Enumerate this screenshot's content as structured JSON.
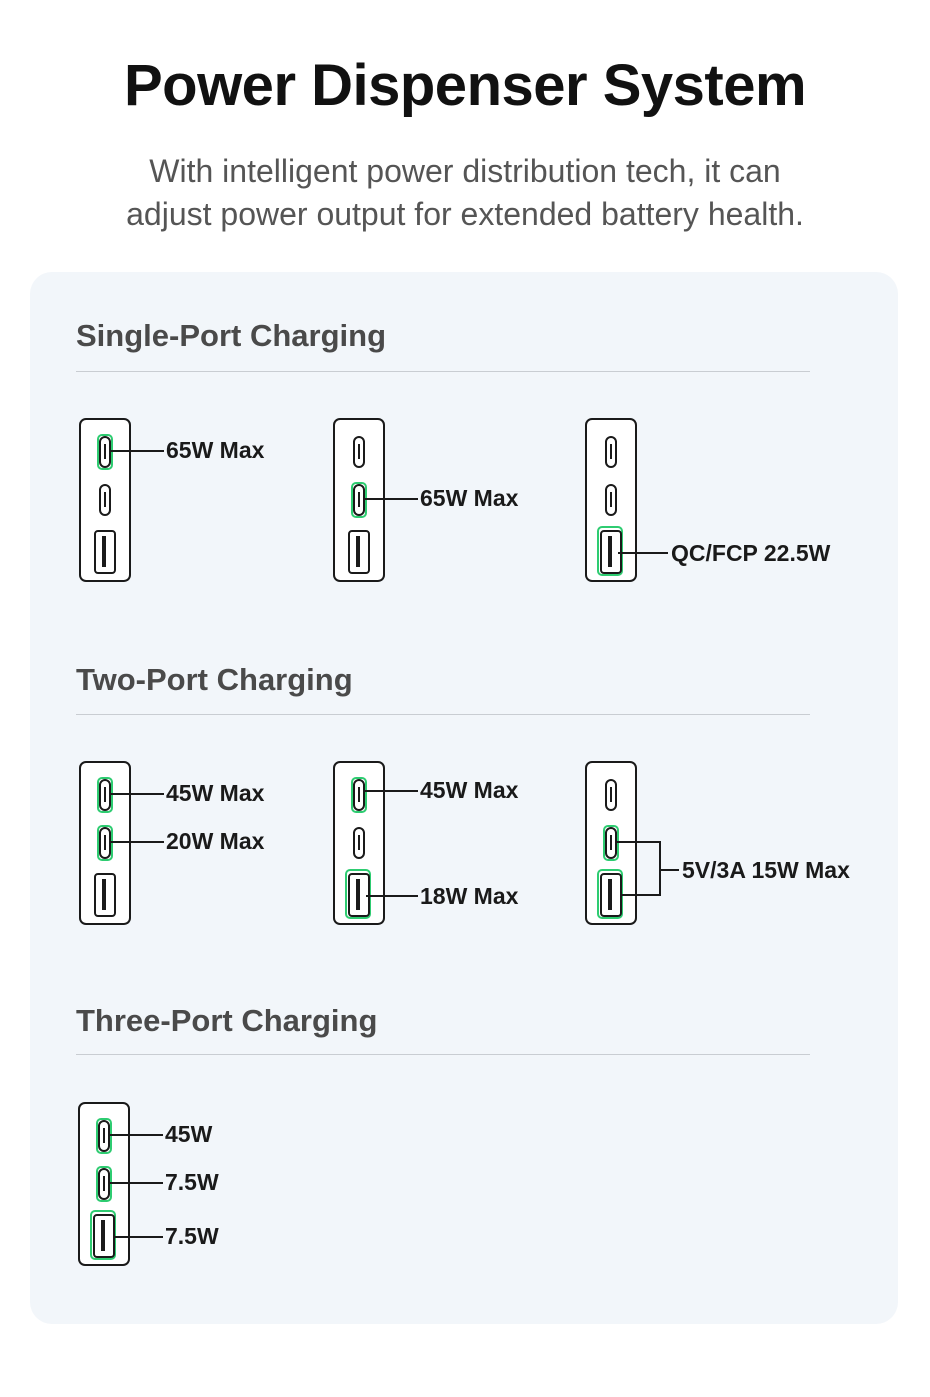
{
  "header": {
    "title": "Power Dispenser System",
    "subtitle_line1": "With intelligent power distribution tech, it can",
    "subtitle_line2": "adjust power output for extended battery health."
  },
  "colors": {
    "highlight": "#2ecc71",
    "panel": "#f2f6fa",
    "outline": "#1a1a1a"
  },
  "sections": [
    {
      "title": "Single-Port Charging",
      "chargers": [
        {
          "active_ports": [
            "usb-c-1"
          ],
          "labels": [
            "65W Max"
          ]
        },
        {
          "active_ports": [
            "usb-c-2"
          ],
          "labels": [
            "65W Max"
          ]
        },
        {
          "active_ports": [
            "usb-a"
          ],
          "labels": [
            "QC/FCP 22.5W"
          ]
        }
      ]
    },
    {
      "title": "Two-Port Charging",
      "chargers": [
        {
          "active_ports": [
            "usb-c-1",
            "usb-c-2"
          ],
          "labels": [
            "45W Max",
            "20W Max"
          ]
        },
        {
          "active_ports": [
            "usb-c-1",
            "usb-a"
          ],
          "labels": [
            "45W Max",
            "18W Max"
          ]
        },
        {
          "active_ports": [
            "usb-c-2",
            "usb-a"
          ],
          "labels": [
            "5V/3A 15W Max"
          ]
        }
      ]
    },
    {
      "title": "Three-Port Charging",
      "chargers": [
        {
          "active_ports": [
            "usb-c-1",
            "usb-c-2",
            "usb-a"
          ],
          "labels": [
            "45W",
            "7.5W",
            "7.5W"
          ]
        }
      ]
    }
  ]
}
